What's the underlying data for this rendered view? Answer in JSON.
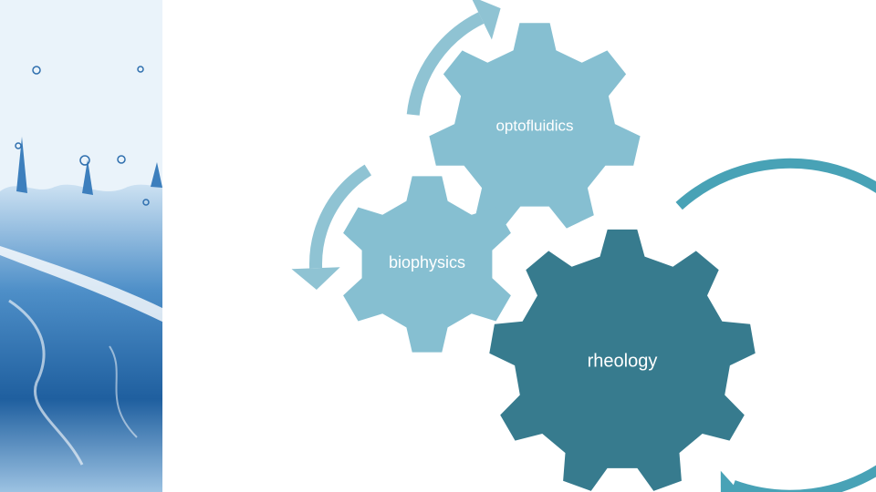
{
  "gears": [
    {
      "id": "optofluidics",
      "label": "optofluidics",
      "color": "#86bfd1"
    },
    {
      "id": "biophysics",
      "label": "biophysics",
      "color": "#86bfd1"
    },
    {
      "id": "rheology",
      "label": "rheology",
      "color": "#377b8e"
    }
  ],
  "arrows": [
    {
      "id": "optofluidics-arrow",
      "color": "#8fc3d3"
    },
    {
      "id": "biophysics-arrow",
      "color": "#8fc3d3"
    },
    {
      "id": "rheology-arrow",
      "color": "#48a2b6"
    }
  ],
  "decoration": {
    "image": "water-splash",
    "water_color": "#2f6fae"
  }
}
